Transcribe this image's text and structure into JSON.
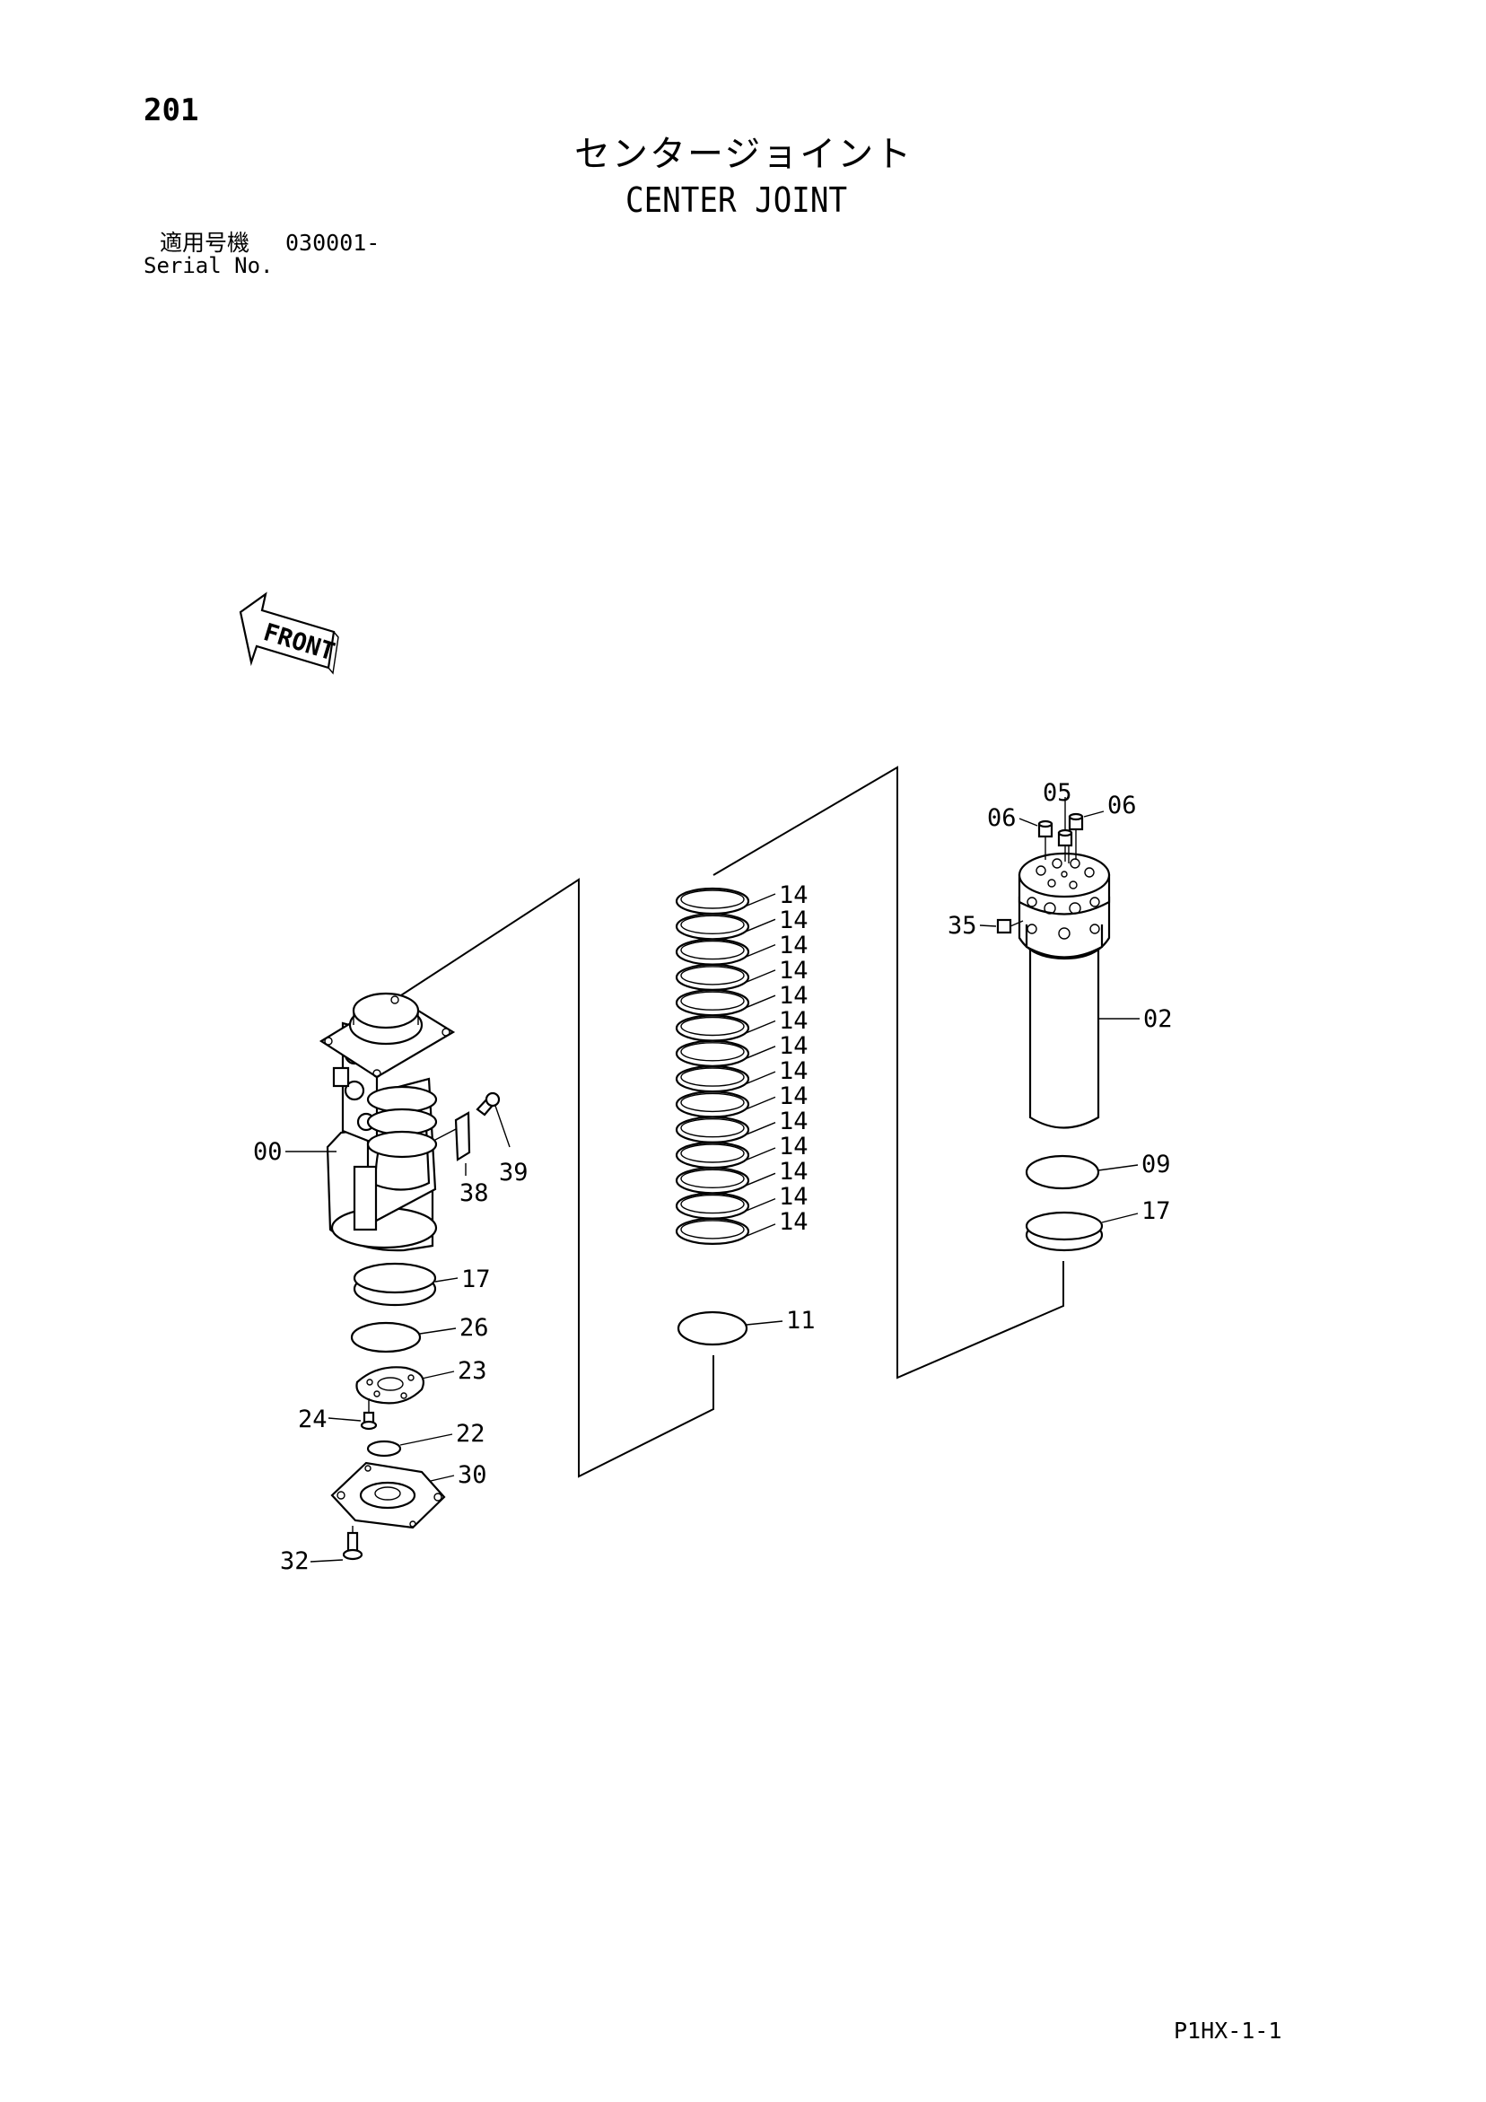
{
  "header": {
    "page_number": "201",
    "title_jp": "センタージョイント",
    "title_en": "CENTER JOINT",
    "serial_label_jp": "適用号機",
    "serial_value": "030001-",
    "serial_label_en": "Serial No."
  },
  "front_arrow": "FRONT",
  "callouts": {
    "c00": "00",
    "c38": "38",
    "c39": "39",
    "c17a": "17",
    "c26": "26",
    "c23": "23",
    "c24": "24",
    "c22": "22",
    "c30": "30",
    "c32": "32",
    "r1": "14",
    "r2": "14",
    "r3": "14",
    "r4": "14",
    "r5": "14",
    "r6": "14",
    "r7": "14",
    "r8": "14",
    "r9": "14",
    "r10": "14",
    "r11": "14",
    "r12": "14",
    "r13": "14",
    "r14": "14",
    "c11": "11",
    "c05": "05",
    "c06a": "06",
    "c06b": "06",
    "c35": "35",
    "c02": "02",
    "c09": "09",
    "c17b": "17"
  },
  "footer": {
    "page_code": "P1HX-1-1"
  }
}
